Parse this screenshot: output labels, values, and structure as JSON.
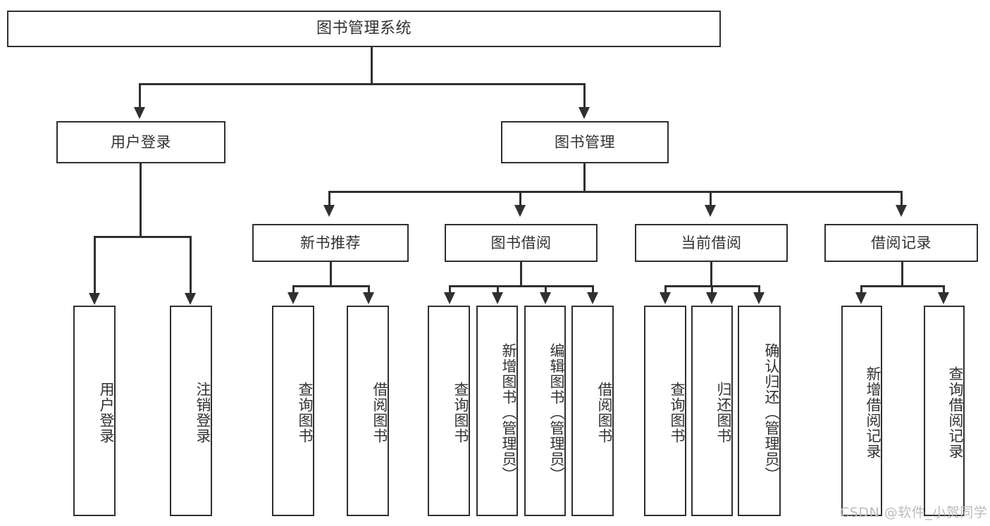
{
  "diagram": {
    "type": "tree-hierarchy",
    "title": "图书管理系统",
    "orientation": "top-down",
    "colors": {
      "box_border": "#2e3033",
      "box_fill": "#ffffff",
      "text": "#303234",
      "connector": "#2e3033",
      "background": "#ffffff",
      "watermark": "#b9bcc0"
    }
  },
  "root": {
    "label": "图书管理系统"
  },
  "level1": [
    {
      "id": "user-login",
      "label": "用户登录"
    },
    {
      "id": "book-management",
      "label": "图书管理"
    }
  ],
  "level2": [
    {
      "id": "new-book-recommend",
      "label": "新书推荐",
      "parent": "book-management"
    },
    {
      "id": "book-borrow",
      "label": "图书借阅",
      "parent": "book-management"
    },
    {
      "id": "current-borrow",
      "label": "当前借阅",
      "parent": "book-management"
    },
    {
      "id": "borrow-record",
      "label": "借阅记录",
      "parent": "book-management"
    }
  ],
  "leaves": {
    "user_login": [
      {
        "id": "leaf-user-login",
        "label": "用户登录"
      },
      {
        "id": "leaf-user-logout",
        "label": "注销登录"
      }
    ],
    "new_book_recommend": [
      {
        "id": "leaf-query-book-1",
        "label": "查询图书"
      },
      {
        "id": "leaf-borrow-book-1",
        "label": "借阅图书"
      }
    ],
    "book_borrow": [
      {
        "id": "leaf-query-book-2",
        "label": "查询图书"
      },
      {
        "id": "leaf-add-book",
        "label": "新增图书（管理员）"
      },
      {
        "id": "leaf-edit-book",
        "label": "编辑图书（管理员）"
      },
      {
        "id": "leaf-borrow-book-2",
        "label": "借阅图书"
      }
    ],
    "current_borrow": [
      {
        "id": "leaf-query-book-3",
        "label": "查询图书"
      },
      {
        "id": "leaf-return-book",
        "label": "归还图书"
      },
      {
        "id": "leaf-confirm-return",
        "label": "确认归还（管理员）"
      }
    ],
    "borrow_record": [
      {
        "id": "leaf-add-record",
        "label": "新增借阅记录"
      },
      {
        "id": "leaf-query-record",
        "label": "查询借阅记录"
      }
    ]
  },
  "watermark": {
    "text": "CSDN @软件_小贺同学"
  }
}
